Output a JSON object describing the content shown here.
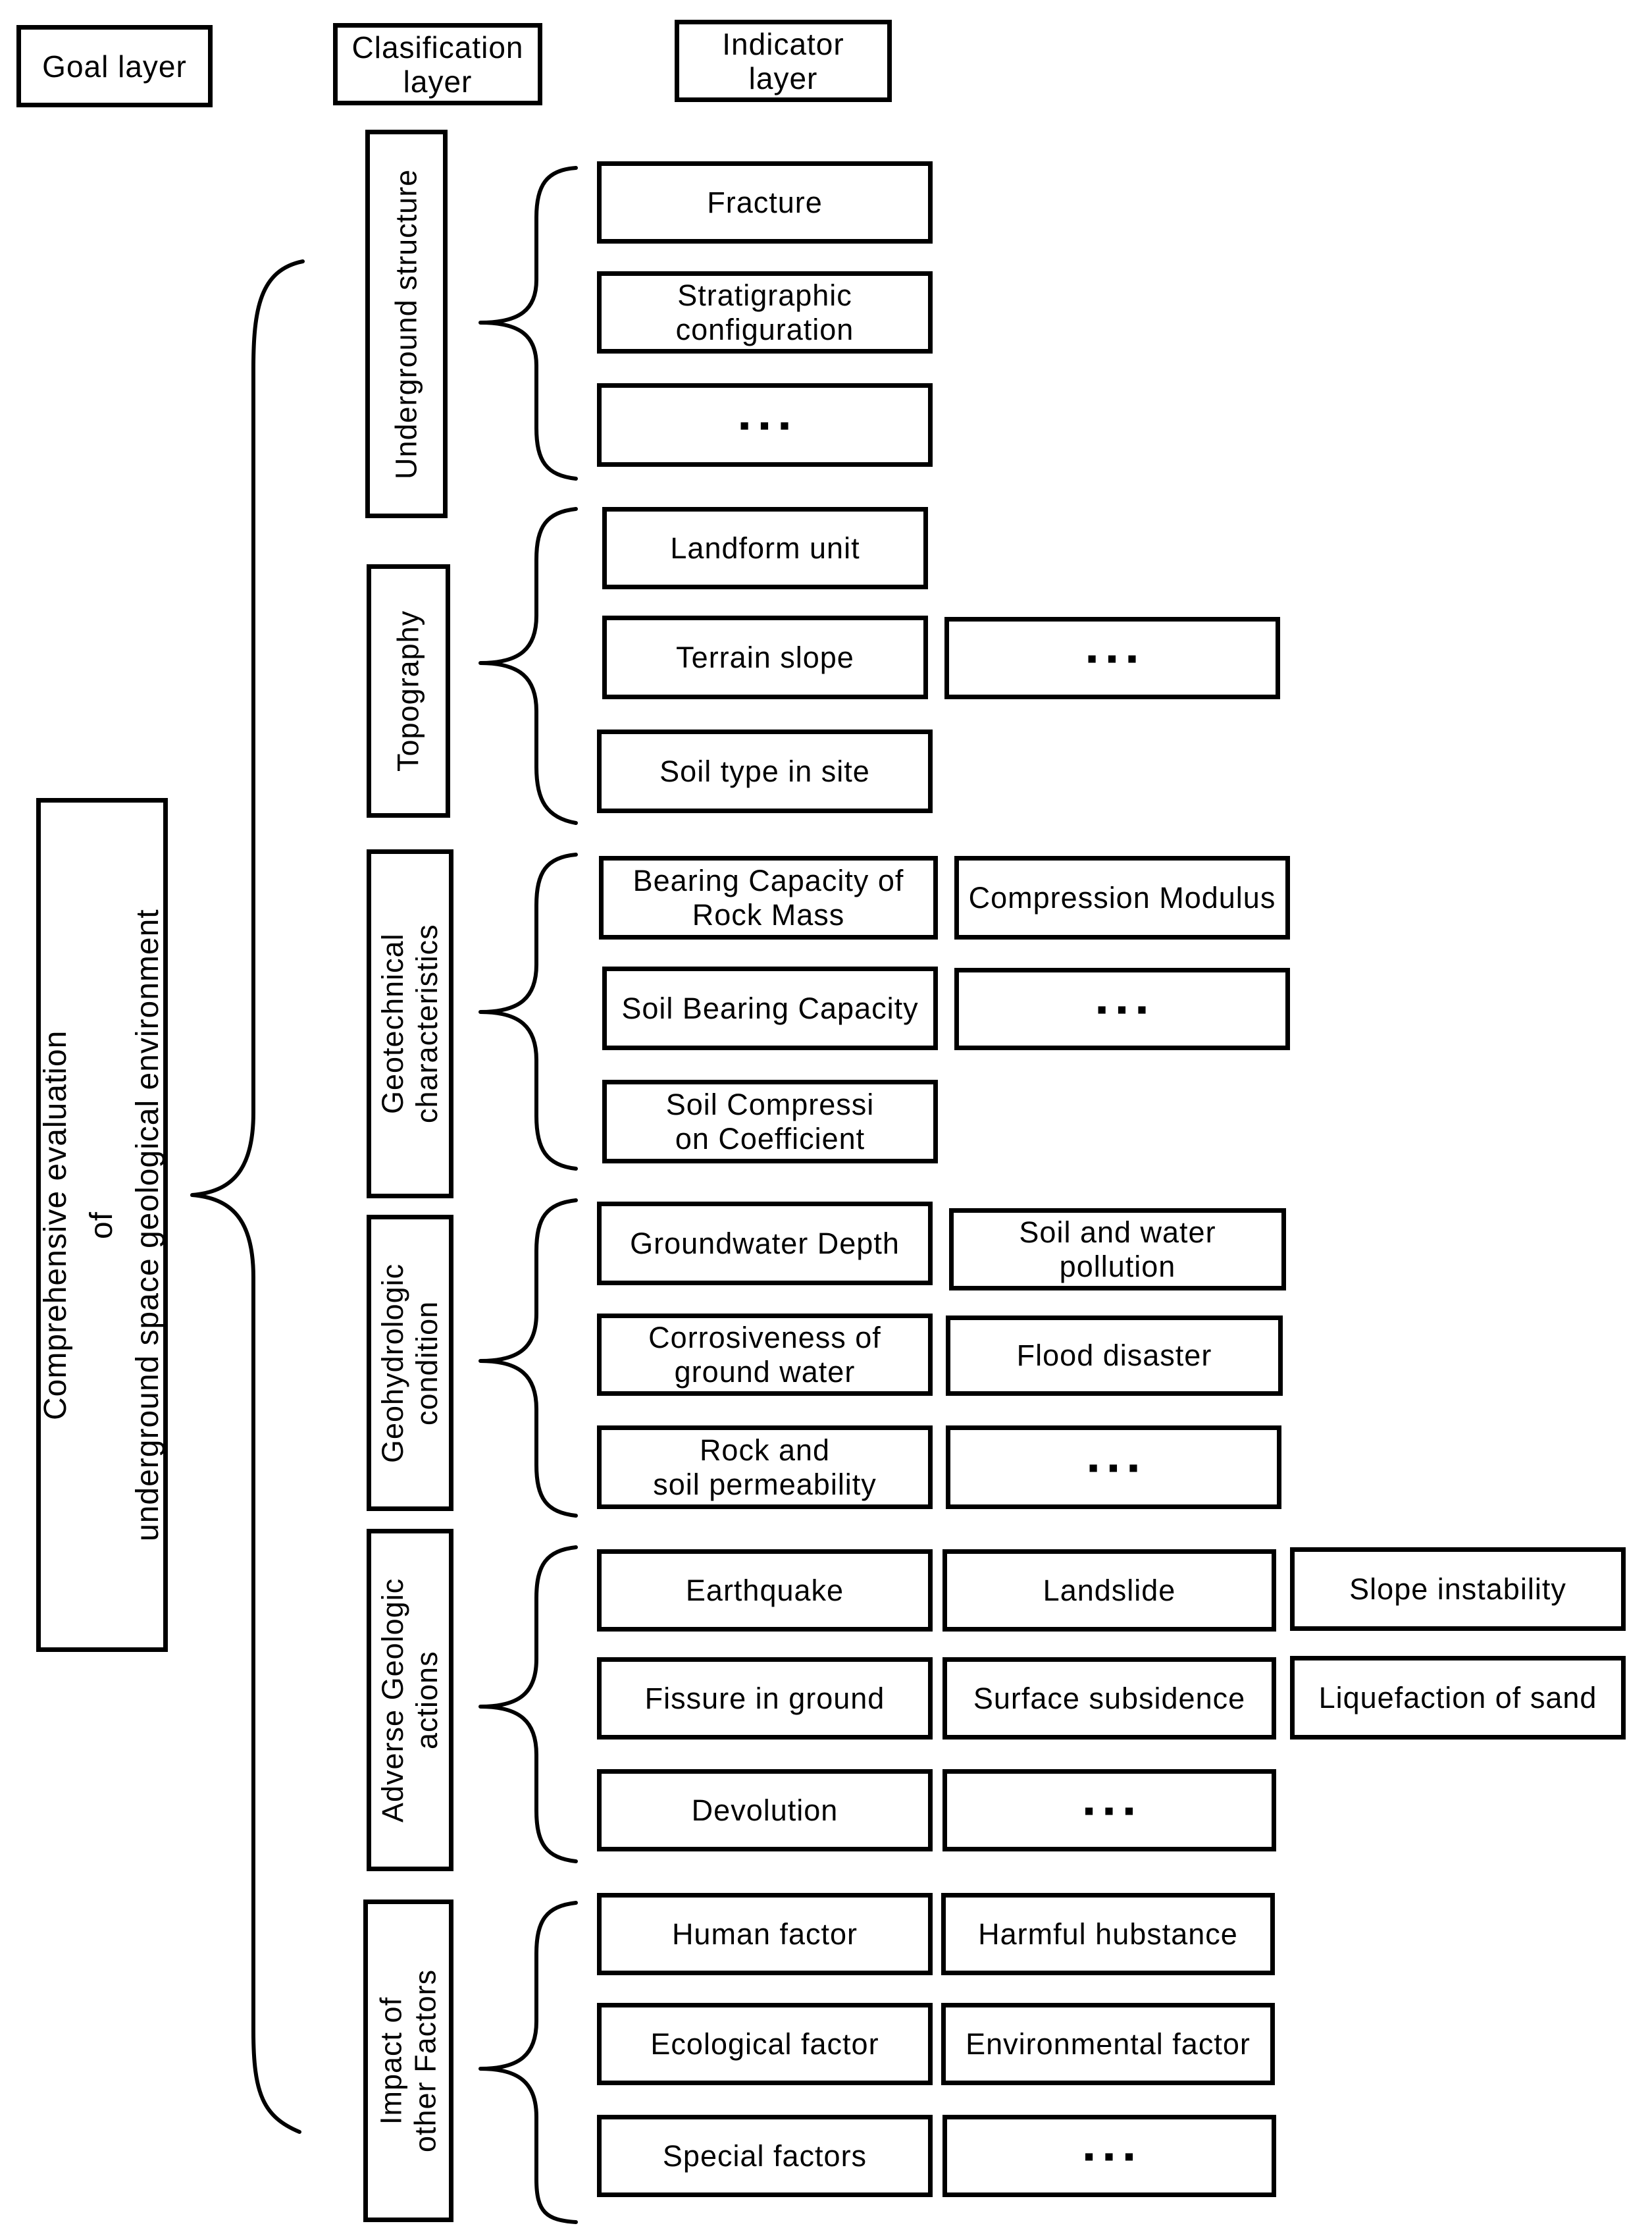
{
  "headers": {
    "goal": "Goal layer",
    "classification": "Clasification\nlayer",
    "indicator": "Indicator\nlayer"
  },
  "goal": {
    "label": "Comprehensive evaluation\nof\nunderground space geological environment"
  },
  "groups": [
    {
      "label": "Underground structure",
      "indicators": [
        "Fracture",
        "Stratigraphic\nconfiguration",
        "▪   ▪   ▪"
      ]
    },
    {
      "label": "Topography",
      "indicators": [
        "Landform unit",
        "Terrain slope",
        "▪   ▪   ▪",
        "Soil type in site"
      ]
    },
    {
      "label": "Geotechnical\ncharacteristics",
      "indicators": [
        "Bearing Capacity of\nRock Mass",
        "Compression Modulus",
        "Soil Bearing Capacity",
        "▪   ▪   ▪",
        "Soil Compressi\non Coefficient"
      ]
    },
    {
      "label": "Geohydrologic\ncondition",
      "indicators": [
        "Groundwater Depth",
        "Soil and water\npollution",
        "Corrosiveness of\nground water",
        "Flood disaster",
        "Rock and\nsoil permeability",
        "▪   ▪   ▪"
      ]
    },
    {
      "label": "Adverse Geologic\nactions",
      "indicators": [
        "Earthquake",
        "Landslide",
        "Slope instability",
        "Fissure in ground",
        "Surface subsidence",
        "Liquefaction of sand",
        "Devolution",
        "▪   ▪   ▪"
      ]
    },
    {
      "label": "Impact of\nother Factors",
      "indicators": [
        "Human factor",
        "Harmful hubstance",
        "Ecological factor",
        "Environmental factor",
        "Special factors",
        "▪   ▪   ▪"
      ]
    }
  ]
}
